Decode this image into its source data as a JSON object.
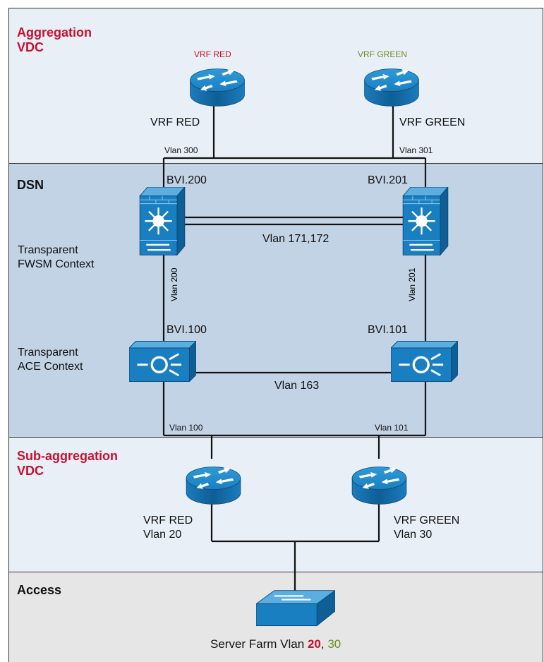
{
  "zones": {
    "aggregation": "Aggregation\nVDC",
    "dsn": "DSN",
    "sub_aggregation": "Sub-aggregation\nVDC",
    "access": "Access"
  },
  "top_routers": {
    "red_caption": "VRF RED",
    "green_caption": "VRF GREEN",
    "red_label": "VRF RED",
    "green_label": "VRF GREEN"
  },
  "links": {
    "vlan300": "Vlan 300",
    "vlan301": "Vlan 301",
    "vlan171_172": "Vlan 171,172",
    "vlan200": "Vlan 200",
    "vlan201": "Vlan 201",
    "vlan163": "Vlan 163",
    "vlan100": "Vlan 100",
    "vlan101": "Vlan 101"
  },
  "bvi": {
    "bvi200": "BVI.200",
    "bvi201": "BVI.201",
    "bvi100": "BVI.100",
    "bvi101": "BVI.101"
  },
  "contexts": {
    "fwsm": "Transparent\nFWSM Context",
    "ace": "Transparent\nACE Context"
  },
  "sub_routers": {
    "red": "VRF RED\nVlan 20",
    "green": "VRF GREEN\nVlan 30"
  },
  "server_farm": {
    "prefix": "Server Farm Vlan ",
    "vlan_red": "20",
    "separator": ", ",
    "vlan_green": "30"
  },
  "colors": {
    "device_blue": "#1a7fc1",
    "device_dark": "#0d5f96",
    "title_red": "#c8102e",
    "green_text": "#6b8e23"
  }
}
